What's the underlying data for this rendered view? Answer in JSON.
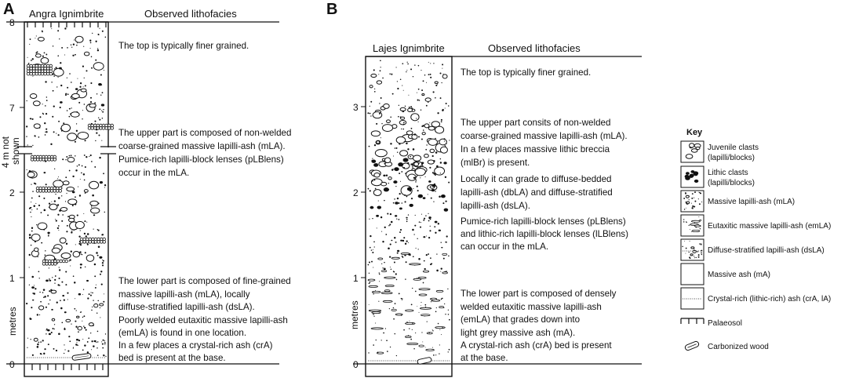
{
  "panel_a": {
    "letter": "A",
    "column_title": "Angra Ignimbrite",
    "lithofacies_header": "Observed lithofacies",
    "axis_label": "metres",
    "gap_label": [
      "4 m not",
      "shown"
    ],
    "ticks": [
      {
        "label": "0",
        "m": 0
      },
      {
        "label": "1",
        "m": 1
      },
      {
        "label": "2",
        "m": 2
      },
      {
        "label": "7",
        "m": 7
      },
      {
        "label": "8",
        "m": 8
      }
    ],
    "descriptions": [
      [
        "The top is typically finer grained."
      ],
      [
        "The upper part is composed of non-welded",
        "coarse-grained massive lapilli-ash (mLA).",
        "Pumice-rich lapilli-block lenses (pLBlens)",
        "occur in the mLA."
      ],
      [
        "The lower part is composed of fine-grained",
        "massive lapilli-ash (mLA), locally",
        "diffuse-stratified lapilli-ash (dsLA).",
        "Poorly welded eutaxitic massive lapilli-ash",
        "(emLA) is found in one location.",
        "In a few places a crystal-rich ash (crA)",
        "bed is present at the base."
      ]
    ]
  },
  "panel_b": {
    "letter": "B",
    "column_title": "Lajes Ignimbrite",
    "lithofacies_header": "Observed lithofacies",
    "axis_label": "metres",
    "ticks": [
      {
        "label": "0",
        "m": 0
      },
      {
        "label": "1",
        "m": 1
      },
      {
        "label": "2",
        "m": 2
      },
      {
        "label": "3",
        "m": 3
      }
    ],
    "descriptions": [
      [
        "The top is typically finer grained."
      ],
      [
        "The upper part consits of non-welded",
        "coarse-grained massive lapilli-ash (mLA).",
        "In a few places massive lithic breccia",
        "(mlBr) is present.",
        "Locally it can grade to diffuse-bedded",
        "lapilli-ash (dbLA) and diffuse-stratified",
        "lapilli-ash (dsLA).",
        "Pumice-rich lapilli-block lenses (pLBlens)",
        "and lithic-rich lapilli-block lenses (lLBlens)",
        "can occur in the mLA."
      ],
      [
        "The lower part is composed of densely",
        "welded eutaxitic massive lapilli-ash",
        "(emLA) that grades down into",
        "light grey massive ash (mA).",
        "A crystal-rich ash (crA) bed is present",
        "at the base."
      ]
    ]
  },
  "key": {
    "title": "Key",
    "items": [
      {
        "pattern": "juvenile",
        "label": [
          "Juvenile clasts",
          "(lapilli/blocks)"
        ]
      },
      {
        "pattern": "lithic",
        "label": [
          "Lithic clasts",
          "(lapilli/blocks)"
        ]
      },
      {
        "pattern": "mla",
        "label": [
          "Massive lapilli-ash (mLA)"
        ]
      },
      {
        "pattern": "emla",
        "label": [
          "Eutaxitic massive lapilli-ash (emLA)"
        ]
      },
      {
        "pattern": "dsla",
        "label": [
          "Diffuse-stratified lapilli-ash (dsLA)"
        ]
      },
      {
        "pattern": "ma",
        "label": [
          "Massive ash (mA)"
        ]
      },
      {
        "pattern": "cra",
        "label": [
          "Crystal-rich (lithic-rich) ash (crA, lA)"
        ]
      },
      {
        "pattern": "palaeosol",
        "label": [
          "Palaeosol"
        ]
      },
      {
        "pattern": "wood",
        "label": [
          "Carbonized wood"
        ]
      }
    ]
  }
}
